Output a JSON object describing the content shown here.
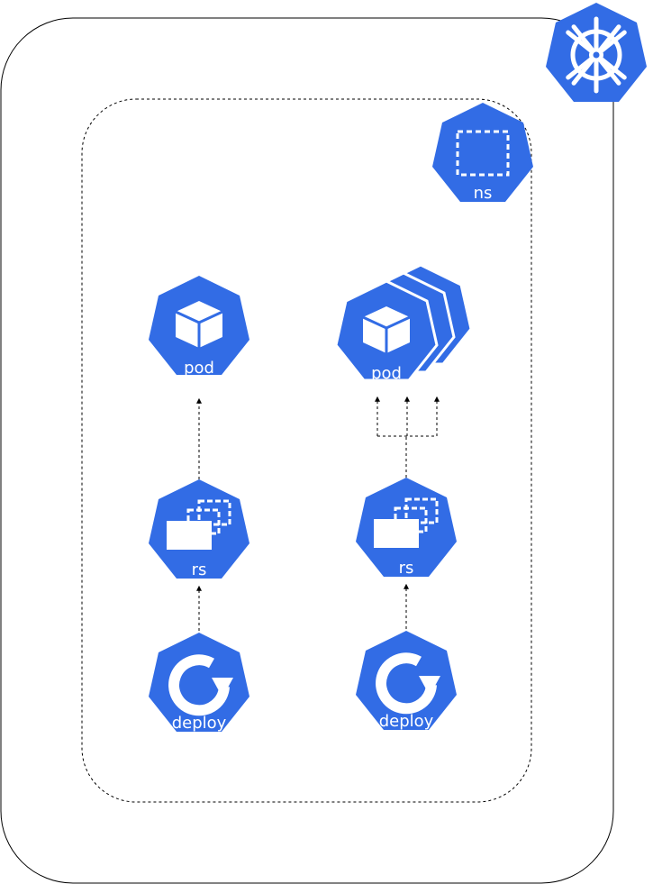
{
  "diagram": {
    "colors": {
      "k8s_blue": "#326ce5",
      "stroke": "#000000",
      "glyph": "#ffffff"
    },
    "namespace": {
      "label": "ns",
      "icon": "namespace-icon"
    },
    "cluster": {
      "icon": "kubernetes-helm-icon"
    },
    "left_stack": {
      "pod": {
        "label": "pod",
        "icon": "pod-cube-icon"
      },
      "rs": {
        "label": "rs",
        "icon": "replicaset-icon"
      },
      "deploy": {
        "label": "deploy",
        "icon": "deployment-icon"
      }
    },
    "right_stack": {
      "pod": {
        "label": "pod",
        "icon": "pod-cube-icon",
        "stacked": true
      },
      "rs": {
        "label": "rs",
        "icon": "replicaset-icon"
      },
      "deploy": {
        "label": "deploy",
        "icon": "deployment-icon"
      }
    }
  }
}
